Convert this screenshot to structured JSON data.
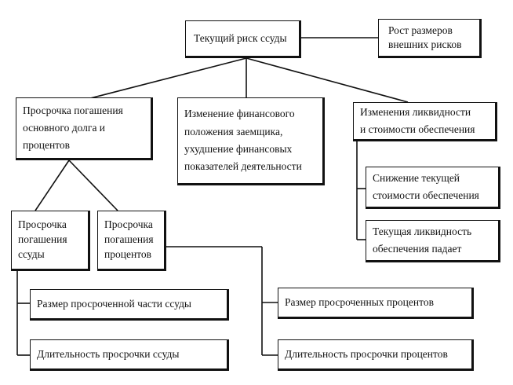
{
  "nodes": {
    "root": "Текущий риск ссуды",
    "external": "Рост размеров\nвнешних рисков",
    "overdue": "Просрочка погашения\nосновного долга и\nпроцентов",
    "financial": "Изменение финансового\nположения заемщика,\nухудшение финансовых\nпоказателей деятельности",
    "liquidity": "Изменения ликвидности\nи стоимости обеспечения",
    "value_drop": "Снижение текущей\nстоимости обеспечения",
    "liquidity_drop": "Текущая ликвидность\nобеспечения падает",
    "overdue_loan": "Просрочка\nпогашения\nссуды",
    "overdue_interest": "Просрочка\nпогашения\nпроцентов",
    "loan_overdue_size": "Размер просроченной части ссуды",
    "loan_overdue_duration": "Длительность просрочки ссуды",
    "interest_overdue_size": "Размер просроченных процентов",
    "interest_overdue_duration": "Длительность просрочки процентов"
  }
}
